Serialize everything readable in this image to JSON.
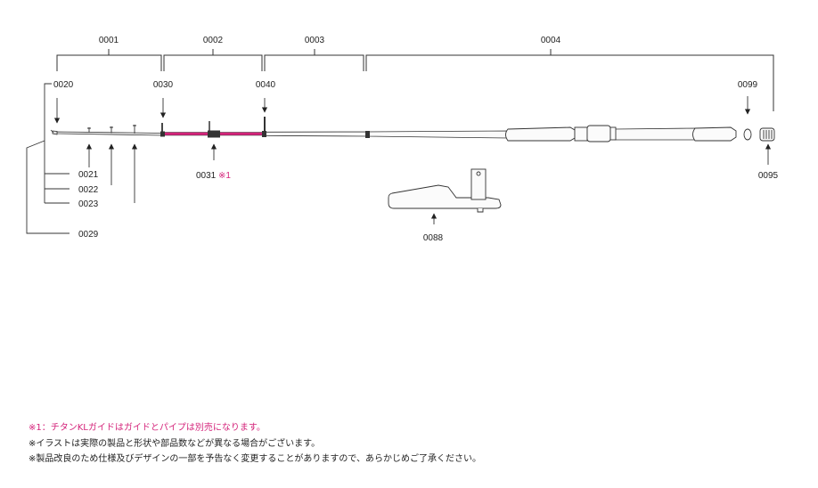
{
  "colors": {
    "blank_accent": "#d4237a",
    "line": "#333333",
    "text": "#222222"
  },
  "sections": {
    "s0001": "0001",
    "s0002": "0002",
    "s0003": "0003",
    "s0004": "0004"
  },
  "parts": {
    "p0020": "0020",
    "p0030": "0030",
    "p0040": "0040",
    "p0099": "0099",
    "p0095": "0095",
    "p0021": "0021",
    "p0022": "0022",
    "p0023": "0023",
    "p0029": "0029",
    "p0031": "0031",
    "p0031_mark": "※1",
    "p0088": "0088"
  },
  "notes": {
    "n1": "※1：チタンKLガイドはガイドとパイプは別売になります。",
    "n2": "※イラストは実際の製品と形状や部品数などが異なる場合がございます。",
    "n3": "※製品改良のため仕様及びデザインの一部を予告なく変更することがありますので、あらかじめご了承ください。"
  }
}
